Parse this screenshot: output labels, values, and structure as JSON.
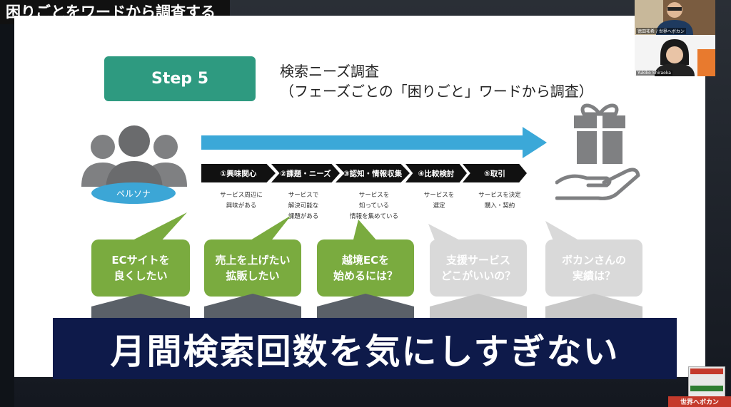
{
  "video_title": "困りごとをワードから調査する",
  "slide": {
    "step_label": "Step 5",
    "heading_line1": "検索ニーズ調査",
    "heading_line2": "（フェーズごとの「困りごと」ワードから調査）",
    "persona_label": "ペルソナ",
    "phases": [
      {
        "label": "①興味関心",
        "desc": [
          "サービス周辺に",
          "興味がある"
        ]
      },
      {
        "label": "②課題・ニーズ",
        "desc": [
          "サービスで",
          "解決可能な",
          "課題がある"
        ]
      },
      {
        "label": "③認知・情報収集",
        "desc": [
          "サービスを",
          "知っている",
          "情報を集めている"
        ]
      },
      {
        "label": "④比較検討",
        "desc": [
          "サービスを",
          "選定"
        ]
      },
      {
        "label": "⑤取引",
        "desc": [
          "サービスを決定",
          "購入・契約"
        ]
      }
    ],
    "bubbles": [
      {
        "line1": "ECサイトを",
        "line2": "良くしたい",
        "style": "green"
      },
      {
        "line1": "売上を上げたい",
        "line2": "拡販したい",
        "style": "green"
      },
      {
        "line1": "越境ECを",
        "line2": "始めるには？",
        "style": "green"
      },
      {
        "line1": "支援サービス",
        "line2": "どこがいいの？",
        "style": "gray"
      },
      {
        "line1": "ボカンさんの",
        "line2": "実績は？",
        "style": "gray"
      }
    ]
  },
  "caption": "月間検索回数を気にしすぎない",
  "participants": [
    {
      "name": "徳田祐希 / 世界へボカン"
    },
    {
      "name": "Yukiko Shiraoka"
    }
  ],
  "logo": {
    "footer": "世界へボカン"
  },
  "colors": {
    "step_green": "#2e9a80",
    "bubble_green": "#7aab3f",
    "arrow_blue": "#3ba8d8",
    "caption_navy": "#0e1a4a"
  }
}
